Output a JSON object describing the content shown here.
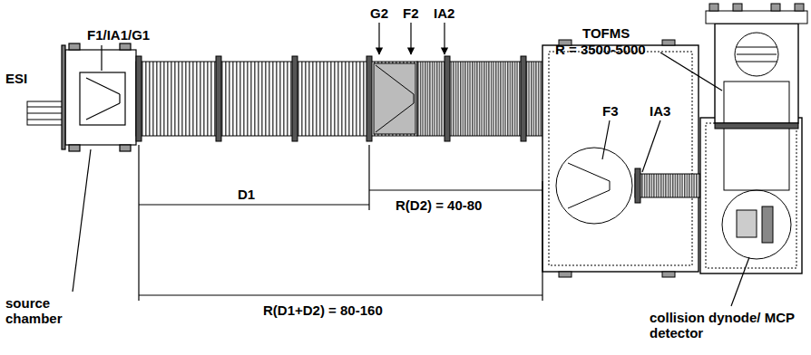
{
  "diagram": {
    "labels": [
      "ESI",
      "F1/IA1/G1",
      "G2",
      "F2",
      "IA2",
      "TOFMS",
      "R = 3500-5000",
      "F3",
      "IA3",
      "D1",
      "R(D2) = 40-80",
      "source chamber",
      "R(D1+D2) = 80-160",
      "collision dynode/ MCP detector"
    ]
  }
}
